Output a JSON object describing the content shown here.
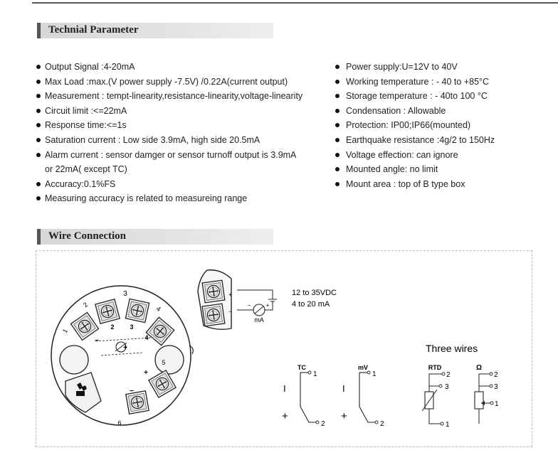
{
  "section1": {
    "title": "Technial Parameter"
  },
  "left_items": [
    {
      "text": "Output Signal :4-20mA"
    },
    {
      "text": "Max Load :max.(V power supply -7.5V) /0.22A(current output)"
    },
    {
      "text": "Measurement : tempt-linearity,resistance-linearity,voltage-linearity"
    },
    {
      "text": "Circuit limit :<=22mA"
    },
    {
      "text": "Response time:<=1s"
    },
    {
      "text": "Saturation current : Low side 3.9mA, high side 20.5mA"
    },
    {
      "text": "Alarm current : sensor damger or sensor turnoff output is 3.9mA",
      "cont": "or 22mA( except TC)"
    },
    {
      "text": "Accuracy:0.1%FS"
    },
    {
      "text": "Measuring accuracy is related to measureing range"
    }
  ],
  "right_items": [
    {
      "text": "Power supply:U=12V to 40V"
    },
    {
      "text": "Working temperature : - 40 to +85°C"
    },
    {
      "text": "Storage temperature : - 40to 100 °C"
    },
    {
      "text": "Condensation : Allowable"
    },
    {
      "text": "Protection: IP00;IP66(mounted)"
    },
    {
      "text": "Earthquake resistance :4g/2 to 150Hz"
    },
    {
      "text": "Voltage effection: can ignore"
    },
    {
      "text": "Mounted angle: no limit"
    },
    {
      "text": "Mount area : top of B type box"
    }
  ],
  "section2": {
    "title": "Wire Connection"
  },
  "diagram": {
    "supply_voltage": "12 to 35VDC",
    "supply_current": "4 to 20 mA",
    "meter_label": "mA",
    "terminal_labels": [
      "1",
      "2",
      "3",
      "4",
      "5",
      "6"
    ],
    "three_wires_title": "Three wires",
    "tc_label": "TC",
    "mv_label": "mV",
    "rtd_label": "RTD",
    "ohm_label": "Ω",
    "pin1": "1",
    "pin2": "2",
    "pin3": "3",
    "minus": "−",
    "plus": "+",
    "minus_bar": "I"
  }
}
